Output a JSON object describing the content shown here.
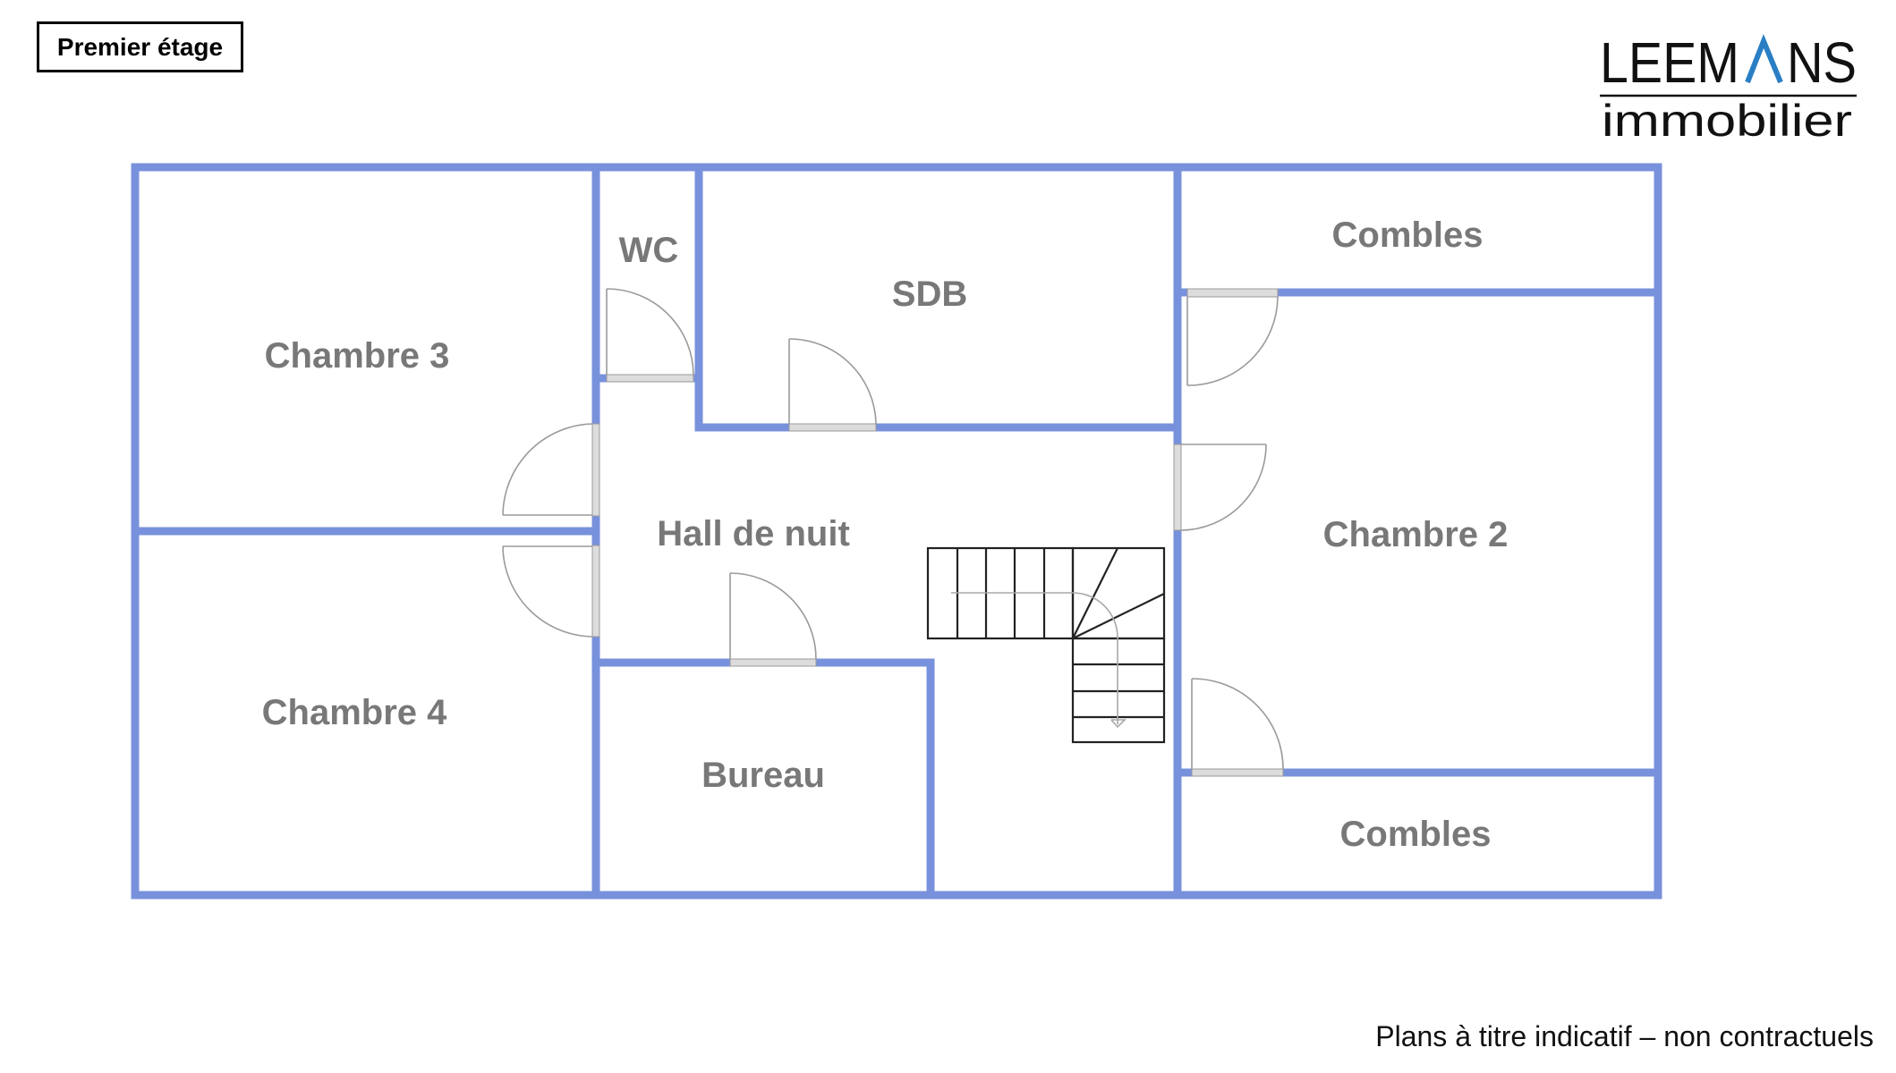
{
  "floor_label": "Premier étage",
  "logo": {
    "brand_letters": [
      "L",
      "E",
      "E",
      "M",
      "A",
      "N",
      "S"
    ],
    "brand": "LEEMANS",
    "subtitle": "immobilier",
    "accent_color": "#2a7fc4",
    "text_color": "#111111"
  },
  "rooms": {
    "chambre3": "Chambre 3",
    "wc": "WC",
    "sdb": "SDB",
    "combles_top": "Combles",
    "hall": "Hall de nuit",
    "chambre2": "Chambre 2",
    "chambre4": "Chambre 4",
    "bureau": "Bureau",
    "combles_bottom": "Combles"
  },
  "colors": {
    "wall": "#7891dc",
    "label": "#787878",
    "door_slab": "#dcdcdc"
  },
  "disclaimer": "Plans à titre indicatif – non contractuels"
}
